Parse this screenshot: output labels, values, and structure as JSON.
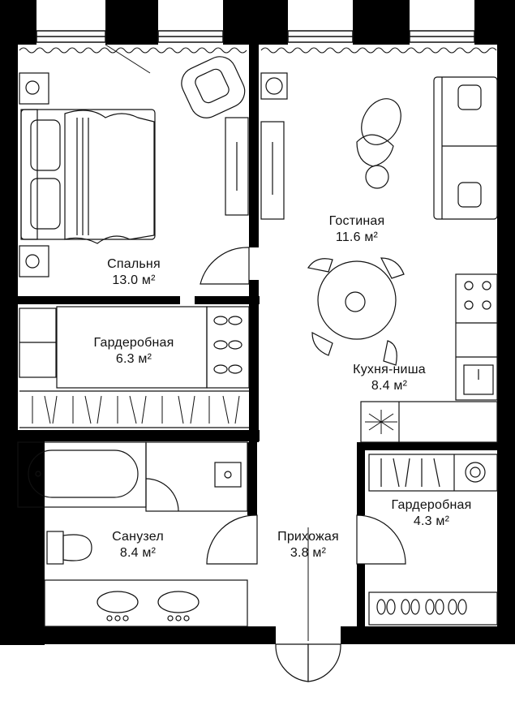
{
  "rooms": [
    {
      "id": "bedroom",
      "name": "Спальня",
      "area": "13.0 м²"
    },
    {
      "id": "wardrobe-1",
      "name": "Гардеробная",
      "area": "6.3 м²"
    },
    {
      "id": "living",
      "name": "Гостиная",
      "area": "11.6 м²"
    },
    {
      "id": "kitchen",
      "name": "Кухня-ниша",
      "area": "8.4 м²"
    },
    {
      "id": "wardrobe-2",
      "name": "Гардеробная",
      "area": "4.3 м²"
    },
    {
      "id": "bathroom",
      "name": "Санузел",
      "area": "8.4 м²"
    },
    {
      "id": "hallway",
      "name": "Прихожая",
      "area": "3.8 м²"
    }
  ],
  "colors": {
    "wall": "#000000",
    "line": "#111111",
    "background": "#ffffff"
  }
}
